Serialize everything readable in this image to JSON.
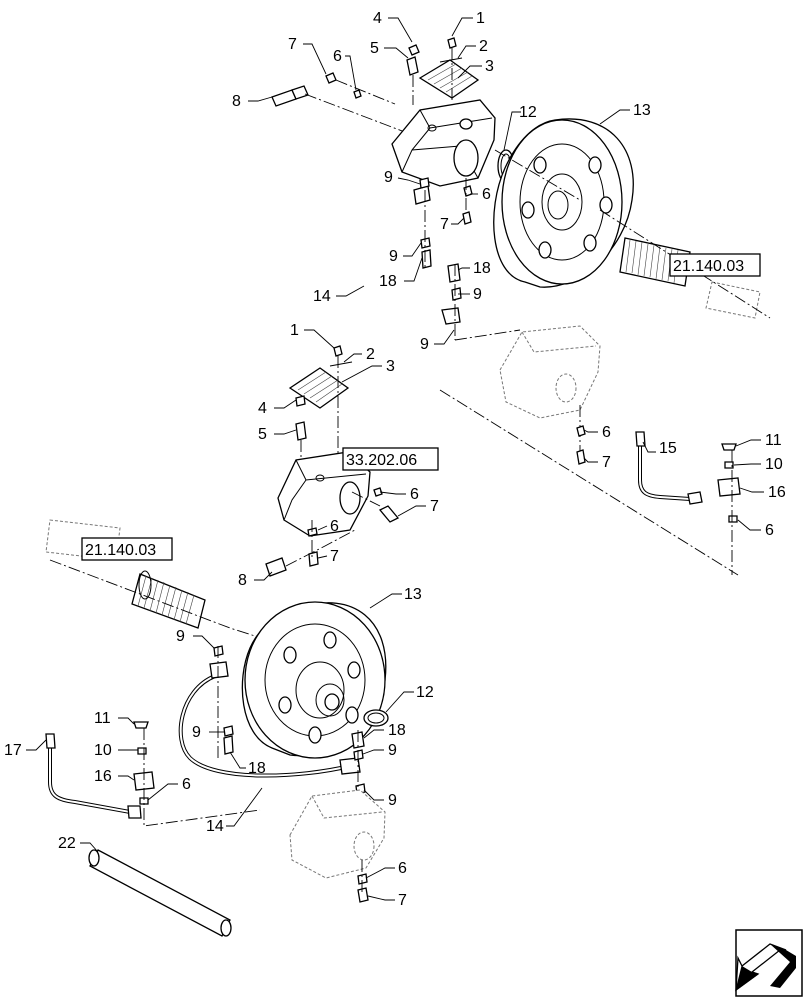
{
  "diagram": {
    "callouts": {
      "c1a": "1",
      "c2a": "2",
      "c3a": "3",
      "c4a": "4",
      "c5a": "5",
      "c6a": "6",
      "c7a": "7",
      "c8a": "8",
      "c12a": "12",
      "c13a": "13",
      "c9a": "9",
      "c6b": "6",
      "c7b": "7",
      "c9b": "9",
      "c18a": "18",
      "c18b": "18",
      "c9c": "9",
      "c14a": "14",
      "c9d": "9",
      "c1b": "1",
      "c2b": "2",
      "c3b": "3",
      "c4b": "4",
      "c5b": "5",
      "c6c": "6",
      "c7c": "7",
      "c6d": "6",
      "c7d": "7",
      "c8b": "8",
      "c6e": "6",
      "c7e": "7",
      "c15a": "15",
      "c11a": "11",
      "c10a": "10",
      "c16a": "16",
      "c6f": "6",
      "c13b": "13",
      "c9e": "9",
      "c12b": "12",
      "c9f": "9",
      "c18c": "18",
      "c18d": "18",
      "c9g": "9",
      "c9h": "9",
      "c14b": "14",
      "c11b": "11",
      "c10b": "10",
      "c16b": "16",
      "c6g": "6",
      "c17a": "17",
      "c6h": "6",
      "c7f": "7",
      "c22a": "22"
    },
    "references": {
      "ref_top": "21.140.03",
      "ref_mid": "33.202.06",
      "ref_left": "21.140.03"
    }
  },
  "nav_icon": "next-page-arrow-icon"
}
